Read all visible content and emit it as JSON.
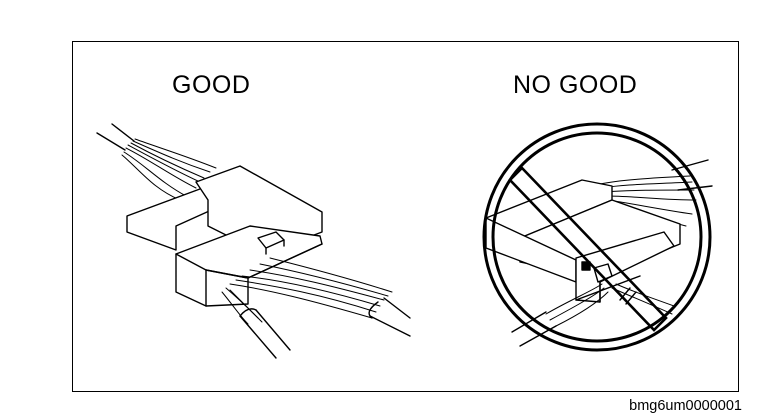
{
  "panel": {
    "good_label": "GOOD",
    "no_good_label": "NO GOOD"
  },
  "figure_code": "bmg6um0000001",
  "icons": {
    "good": "connector-held-by-body-icon",
    "no_good": "connector-pulled-by-wires-icon",
    "prohibition": "prohibition-circle-icon"
  },
  "colors": {
    "line": "#000000",
    "background": "#ffffff"
  }
}
